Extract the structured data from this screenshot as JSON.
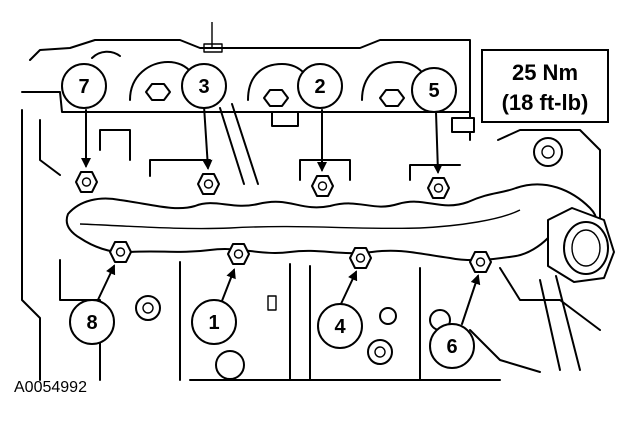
{
  "figure": {
    "reference_code": "A0054992",
    "torque_spec": {
      "metric": "25 Nm",
      "imperial": "(18 ft-lb)"
    },
    "bolt_callouts": [
      {
        "id": "7",
        "label": "7"
      },
      {
        "id": "3",
        "label": "3"
      },
      {
        "id": "2",
        "label": "2"
      },
      {
        "id": "5",
        "label": "5"
      },
      {
        "id": "8",
        "label": "8"
      },
      {
        "id": "1",
        "label": "1"
      },
      {
        "id": "4",
        "label": "4"
      },
      {
        "id": "6",
        "label": "6"
      }
    ]
  }
}
